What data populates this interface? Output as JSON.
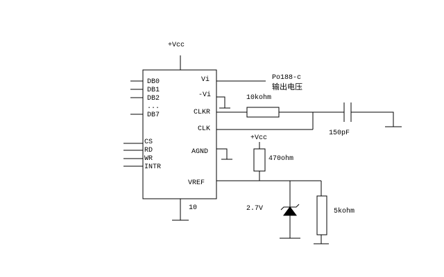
{
  "labels": {
    "vcc_top": "+Vcc",
    "vcc_res": "+Vcc",
    "out_line1": "Po188-c",
    "out_line2": "输出电压",
    "r_clk": "10kohm",
    "cap": "150pF",
    "r_ref": "470ohm",
    "zener": "2.7V",
    "r_load": "5kohm",
    "pin10": "10"
  },
  "ic_left_pins": [
    "DB0",
    "DB1",
    "DB2",
    "...",
    "DB7",
    "CS",
    "RD",
    "WR",
    "INTR"
  ],
  "ic_right_pins": [
    "Vi",
    "-Vi",
    "CLKR",
    "CLK",
    "AGND",
    "VREF"
  ],
  "colors": {
    "wire": "#000000",
    "background": "#ffffff",
    "zener_fill": "#000000"
  }
}
